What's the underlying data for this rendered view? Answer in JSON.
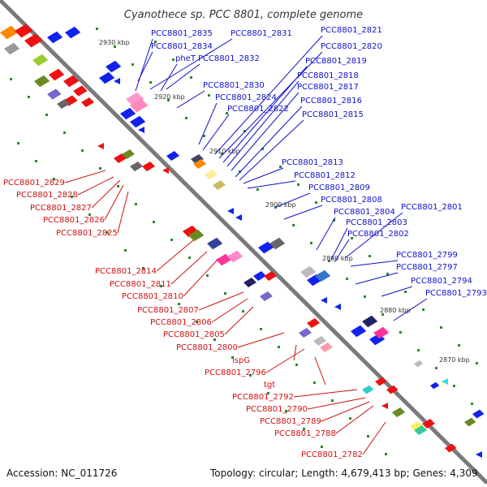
{
  "title": "Cyanothece sp. PCC 8801, complete genome",
  "footer": {
    "accession": "Accession: NC_011726",
    "topology": "Topology: circular; Length: 4,679,413 bp; Genes: 4,309"
  },
  "kbp_markers": [
    "2930 kbp",
    "2920 kbp",
    "2910 kbp",
    "2900 kbp",
    "2890 kbp",
    "2880 kbp",
    "2870 kbp"
  ],
  "colors": {
    "forward_label": "#1010c8",
    "reverse_label": "#d01010",
    "backbone": "#707070"
  },
  "labels_forward": [
    "PCC8801_2835",
    "PCC8801_2831",
    "PCC8801_2834",
    "pheT",
    "PCC8801_2832",
    "PCC8801_2830",
    "PCC8801_2824",
    "PCC8801_2822",
    "PCC8801_2821",
    "PCC8801_2820",
    "PCC8801_2819",
    "PCC8801_2818",
    "PCC8801_2817",
    "PCC8801_2816",
    "PCC8801_2815",
    "PCC8801_2813",
    "PCC8801_2812",
    "PCC8801_2809",
    "PCC8801_2808",
    "PCC8801_2804",
    "PCC8801_2801",
    "PCC8801_2803",
    "PCC8801_2802",
    "PCC8801_2799",
    "PCC8801_2797",
    "PCC8801_2794",
    "PCC8801_2793"
  ],
  "labels_reverse": [
    "PCC8801_2829",
    "PCC8801_2828",
    "PCC8801_2827",
    "PCC8801_2826",
    "PCC8801_2825",
    "PCC8801_2814",
    "PCC8801_2811",
    "PCC8801_2810",
    "PCC8801_2807",
    "PCC8801_2806",
    "PCC8801_2805",
    "PCC8801_2800",
    "ispG",
    "PCC8801_2796",
    "tgt",
    "PCC8801_2792",
    "PCC8801_2790",
    "PCC8801_2789",
    "PCC8801_2788",
    "PCC8801_2782"
  ]
}
